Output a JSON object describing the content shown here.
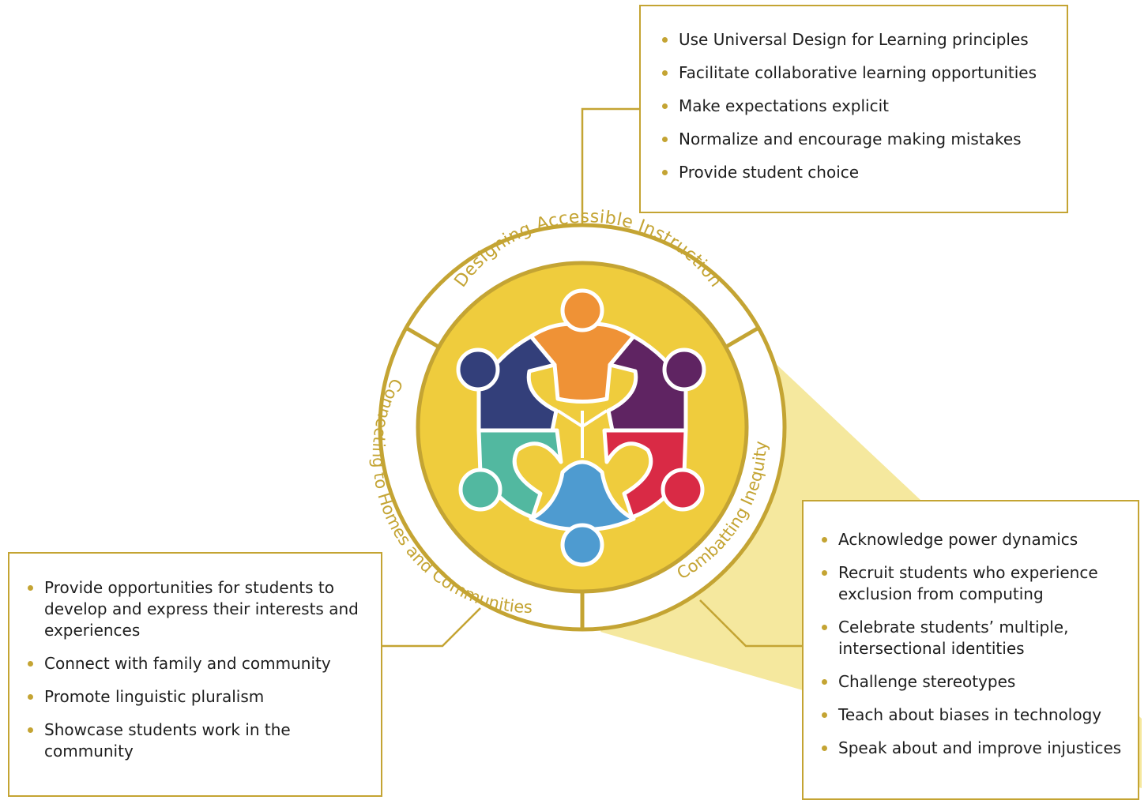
{
  "colors": {
    "gold": "#c4a433",
    "ring_fill": "#ffffff",
    "inner_fill": "#efcc3d",
    "highlight_beam": "#f5e89e",
    "person_orange": "#ef9236",
    "person_purple": "#5f2462",
    "person_red": "#d92a45",
    "person_blue": "#4e9bd0",
    "person_teal": "#52b8a0",
    "person_navy": "#333f7a"
  },
  "ring_labels": {
    "top": "Designing Accessible Instruction",
    "left": "Connecting to Homes and Communities",
    "right": "Combatting Inequity"
  },
  "people_icons": [
    "person-orange-icon",
    "person-purple-icon",
    "person-red-icon",
    "person-blue-icon",
    "person-teal-icon",
    "person-navy-icon"
  ],
  "boxes": {
    "designing_accessible_instruction": [
      "Use Universal Design for Learning principles",
      "Facilitate collaborative learning opportunities",
      "Make expectations explicit",
      "Normalize and encourage making mistakes",
      "Provide student choice"
    ],
    "connecting_to_homes_and_communities": [
      "Provide opportunities for students to develop and express their interests and experiences",
      "Connect with family and community",
      "Promote linguistic pluralism",
      "Showcase students work in the community"
    ],
    "combatting_inequity": [
      "Acknowledge power dynamics",
      "Recruit students who experience exclusion from computing",
      "Celebrate students’ multiple, intersectional identities",
      "Challenge stereotypes",
      "Teach about biases in technology",
      "Speak about and improve injustices"
    ]
  }
}
